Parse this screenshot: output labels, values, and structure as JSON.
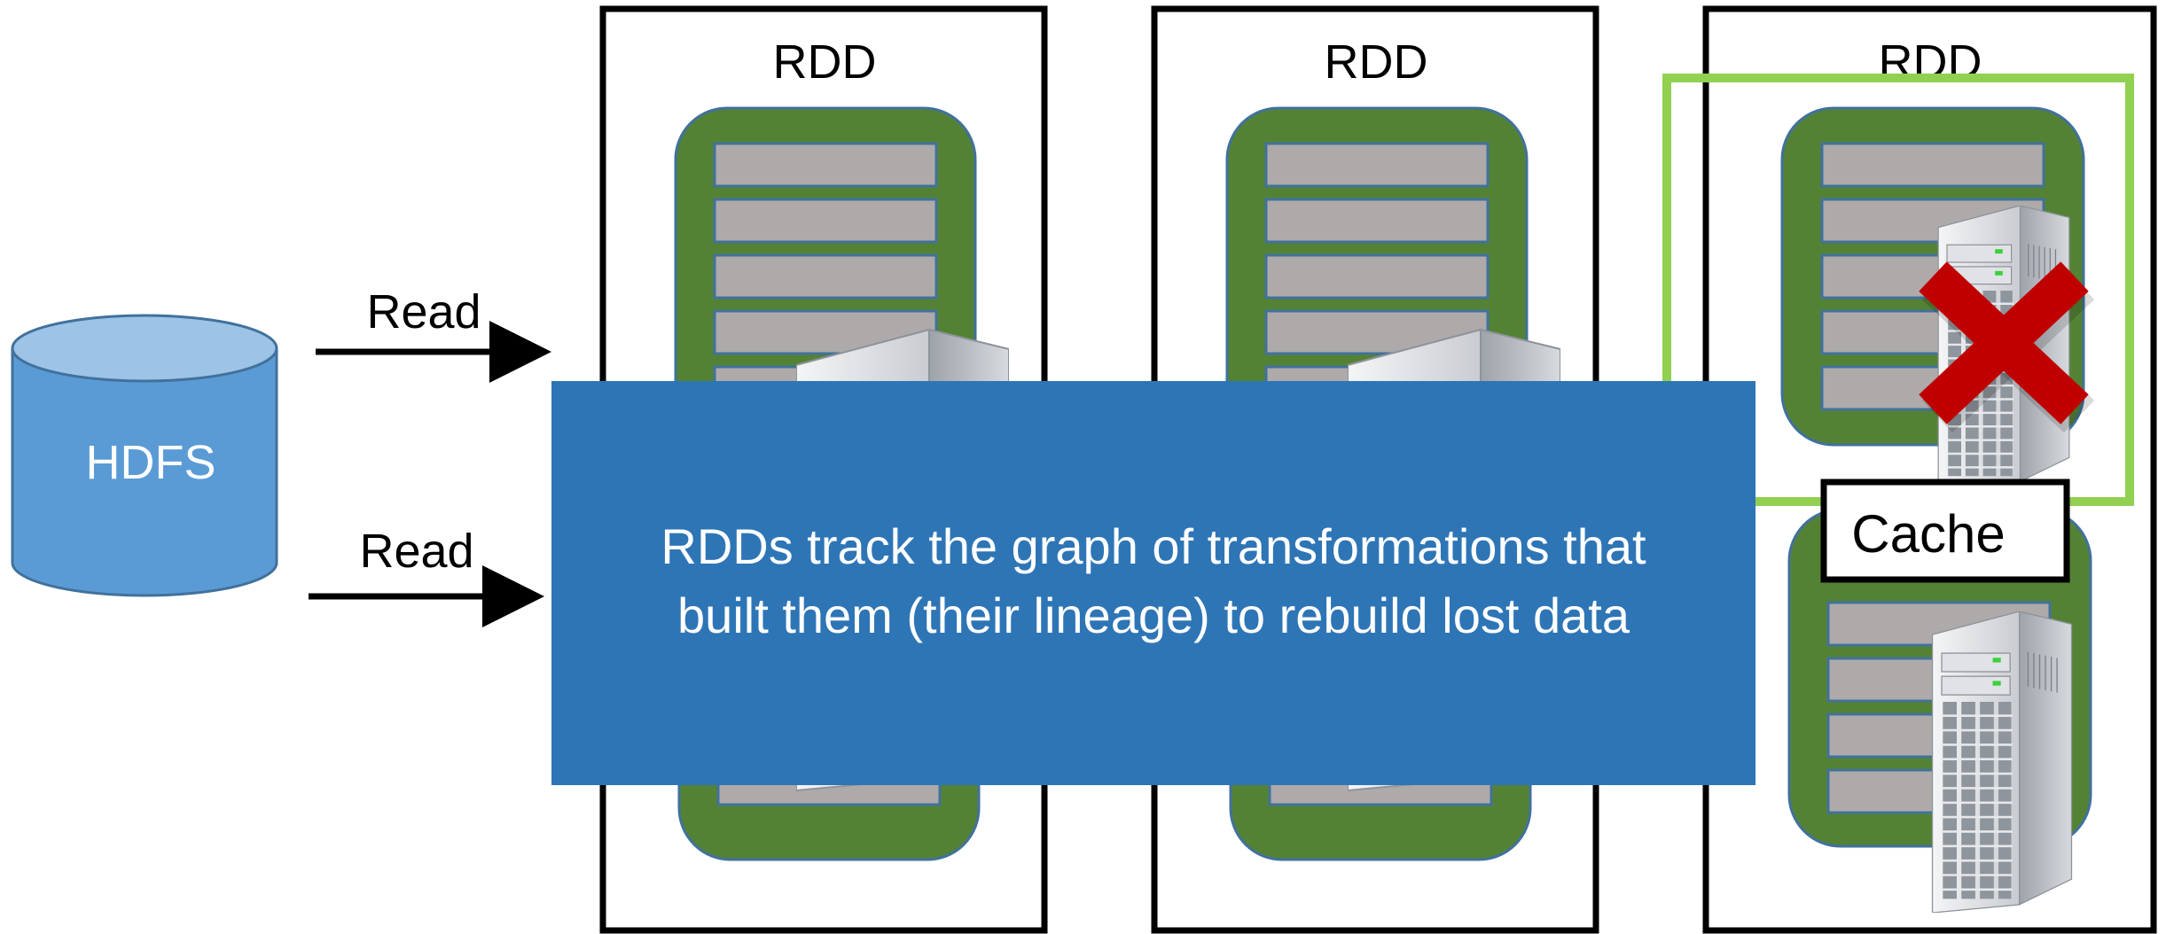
{
  "source": {
    "label": "HDFS",
    "fill": "#5b9bd5",
    "stroke": "#41719c"
  },
  "read_arrows": [
    {
      "label": "Read"
    },
    {
      "label": "Read"
    }
  ],
  "partitions": [
    {
      "label": "RDD",
      "failed": false,
      "cached": false
    },
    {
      "label": "RDD",
      "failed": false,
      "cached": false
    },
    {
      "label": "RDD",
      "failed": true,
      "cached": true
    }
  ],
  "cache": {
    "label": "Cache"
  },
  "callout": {
    "lines": [
      "RDDs track the graph of transformations that",
      "built them (their lineage) to rebuild lost data"
    ],
    "fill": "#2e75b6"
  },
  "colors": {
    "partition_block": "#548235",
    "data_row": "#aeaaaa",
    "highlight": "#92d050",
    "failure_mark": "#c00000"
  },
  "icons": {
    "server": "server-icon",
    "failure": "x-mark-icon",
    "database": "database-icon"
  }
}
